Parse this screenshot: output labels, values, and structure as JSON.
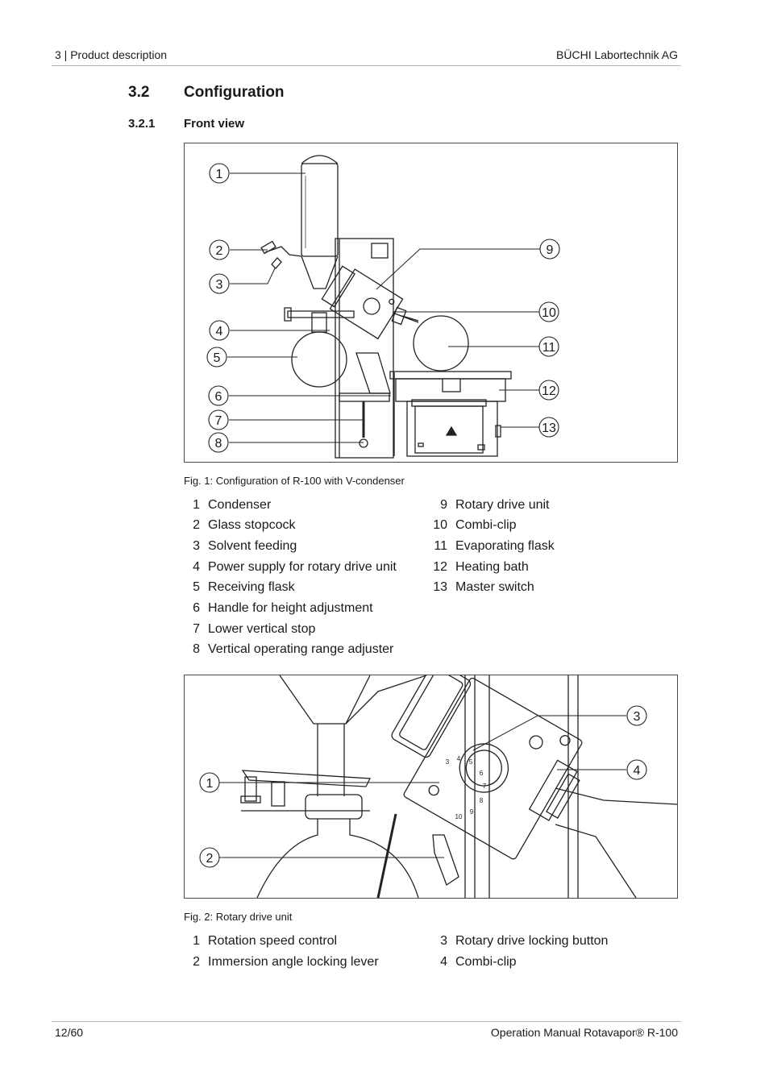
{
  "header": {
    "left": "3 | Product description",
    "right": "BÜCHI Labortechnik AG"
  },
  "section": {
    "number": "3.2",
    "title": "Configuration"
  },
  "subsection": {
    "number": "3.2.1",
    "title": "Front view"
  },
  "figure1": {
    "caption": "Fig. 1: Configuration of R-100 with V-condenser",
    "callouts": [
      "1",
      "2",
      "3",
      "4",
      "5",
      "6",
      "7",
      "8",
      "9",
      "10",
      "11",
      "12",
      "13"
    ],
    "legend_left": [
      {
        "num": "1",
        "text": "Condenser"
      },
      {
        "num": "2",
        "text": "Glass stopcock"
      },
      {
        "num": "3",
        "text": "Solvent feeding"
      },
      {
        "num": "4",
        "text": "Power supply for rotary drive unit"
      },
      {
        "num": "5",
        "text": "Receiving flask"
      },
      {
        "num": "6",
        "text": "Handle for height adjustment"
      },
      {
        "num": "7",
        "text": "Lower vertical stop"
      },
      {
        "num": "8",
        "text": "Vertical operating range adjuster"
      }
    ],
    "legend_right": [
      {
        "num": "9",
        "text": "Rotary drive unit"
      },
      {
        "num": "10",
        "text": "Combi-clip"
      },
      {
        "num": "11",
        "text": "Evaporating flask"
      },
      {
        "num": "12",
        "text": "Heating bath"
      },
      {
        "num": "13",
        "text": "Master switch"
      }
    ]
  },
  "figure2": {
    "caption": "Fig. 2: Rotary drive unit",
    "callouts": [
      "1",
      "2",
      "3",
      "4"
    ],
    "dial_marks": [
      "4",
      "5",
      "6",
      "7",
      "8",
      "9",
      "10",
      "3"
    ],
    "legend_left": [
      {
        "num": "1",
        "text": "Rotation speed control"
      },
      {
        "num": "2",
        "text": "Immersion angle locking lever"
      }
    ],
    "legend_right": [
      {
        "num": "3",
        "text": "Rotary drive locking button"
      },
      {
        "num": "4",
        "text": "Combi-clip"
      }
    ]
  },
  "footer": {
    "left": "12/60",
    "right": "Operation Manual Rotavapor® R-100"
  }
}
